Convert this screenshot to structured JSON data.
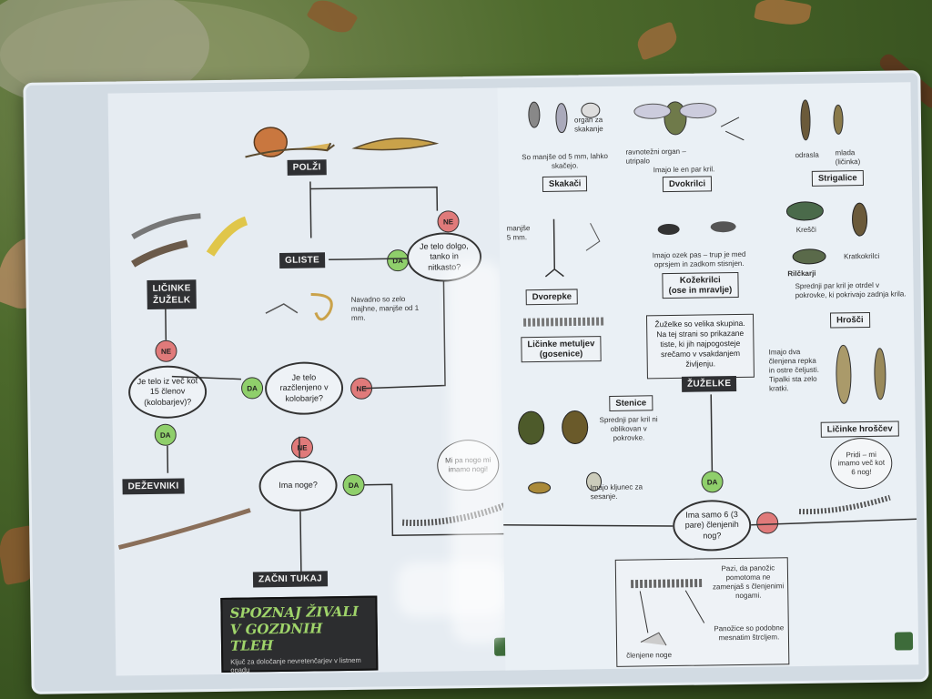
{
  "left_page": {
    "polzi": "POLŽI",
    "gliste": "GLISTE",
    "licinke_zuzelk": [
      "LIČINKE",
      "ŽUŽELK"
    ],
    "dezevniki": "DEŽEVNIKI",
    "zacni_tukaj": "ZAČNI TUKAJ",
    "q_dolgo": "Je telo dolgo, tanko in nitkasto?",
    "q_razclenjeno": "Je telo razčlenjeno v kolobarje?",
    "q_15": "Je telo iz več kot 15 členov (kolobarjev)?",
    "q_noge": "Ima noge?",
    "gliste_note": "Navadno so zelo majhne, manjše od 1 mm.",
    "bubble_left": "Mi pa nogo mi imamo nogi!",
    "title_line1": "SPOZNAJ ŽIVALI",
    "title_line2": "V GOZDNIH TLEH",
    "title_sub": "Ključ za določanje nevretenčarjev v listnem opadu",
    "ne": "NE",
    "da": "DA"
  },
  "right_page": {
    "skakaci": "Skakači",
    "skakaci_note": "So manjše od 5 mm, lahko skačejo.",
    "organ_note": "organ za skakanje",
    "dvokrilci": "Dvokrilci",
    "dvokrilci_note1": "ravnotežni organ – utripalo",
    "dvokrilci_note2": "Imajo le en par kril.",
    "strigalice": "Strigalice",
    "odrasla": "odrasla",
    "mlada": "mlada (ličinka)",
    "dvorepke": "Dvorepke",
    "dvorepke_note": "manjše 5 mm.",
    "kozekrilci": [
      "Kožekrilci",
      "(ose in mravlje)"
    ],
    "kozekrilci_note": "Imajo ozek pas – trup je med oprsjem in zadkom stisnjen.",
    "krescet": "Krešči",
    "kratkokrilci": "Kratkokrilci",
    "rilckarji": "Rilčkarji",
    "hrosci_note": "Sprednji par kril je otrdel v pokrovke, ki pokrivajo zadnja krila.",
    "hrosci": "Hrošči",
    "licinke_metuljev": [
      "Ličinke metuljev",
      "(gosenice)"
    ],
    "zuzelke_info": "Žuželke so velika skupina. Na tej strani so prikazane tiste, ki jih najpogosteje srečamo v vsakdanjem življenju.",
    "zuzelke": "ŽUŽELKE",
    "stenice": "Stenice",
    "stenice_note": "Sprednji par kril ni oblikovan v pokrovke.",
    "kljunec_note": "Imajo kljunec za sesanje.",
    "licinke_hroscev_note": "Imajo dva členjena repka in ostre čeljusti. Tipalki sta zelo kratki.",
    "licinke_hroscev": "Ličinke hroščev",
    "bubble_right": "Pridi – mi imamo več kot 6 nog!",
    "q_6nog": "Ima samo 6 (3 pare) členjenih nog?",
    "panozice_note": "Pazi, da panožic pomotoma ne zamenjaš s členjenimi nogami.",
    "panozice_note2": "Panožice so podobne mesnatim štrcljem.",
    "clenjene_noge": "členjene noge",
    "da": "DA"
  }
}
